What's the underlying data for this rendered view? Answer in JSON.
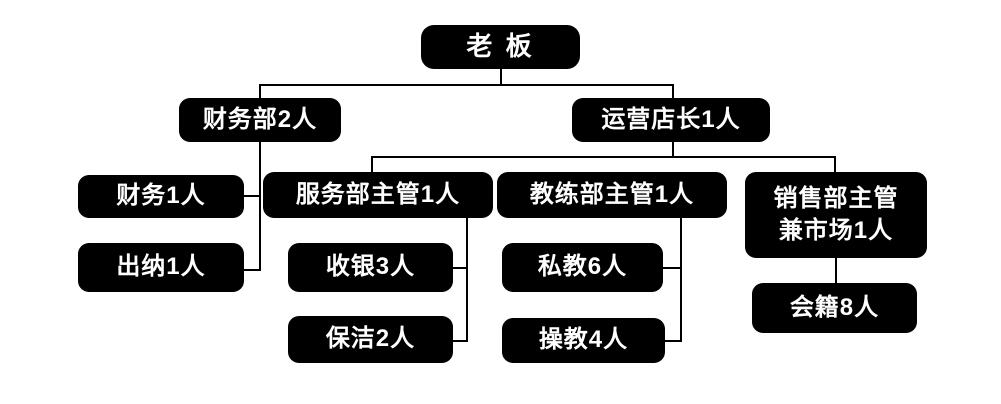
{
  "diagram": {
    "type": "org-chart",
    "colors": {
      "node_background": "#000000",
      "node_text": "#ffffff",
      "connector": "#000000",
      "page_background": "#ffffff"
    },
    "nodes": {
      "boss": {
        "label": "老 板"
      },
      "finance_dept": {
        "label": "财务部2人"
      },
      "ops_manager": {
        "label": "运营店长1人"
      },
      "finance_staff": {
        "label": "财务1人"
      },
      "cashier_staff": {
        "label": "出纳1人"
      },
      "service_supervisor": {
        "label": "服务部主管1人"
      },
      "coach_supervisor": {
        "label": "教练部主管1人"
      },
      "sales_supervisor": {
        "label": "销售部主管\n兼市场1人"
      },
      "checkout": {
        "label": "收银3人"
      },
      "cleaning": {
        "label": "保洁2人"
      },
      "personal_trainers": {
        "label": "私教6人"
      },
      "group_trainers": {
        "label": "操教4人"
      },
      "membership": {
        "label": "会籍8人"
      }
    },
    "edges": [
      [
        "boss",
        "finance_dept"
      ],
      [
        "boss",
        "ops_manager"
      ],
      [
        "finance_dept",
        "finance_staff"
      ],
      [
        "finance_dept",
        "cashier_staff"
      ],
      [
        "ops_manager",
        "service_supervisor"
      ],
      [
        "ops_manager",
        "coach_supervisor"
      ],
      [
        "ops_manager",
        "sales_supervisor"
      ],
      [
        "service_supervisor",
        "checkout"
      ],
      [
        "service_supervisor",
        "cleaning"
      ],
      [
        "coach_supervisor",
        "personal_trainers"
      ],
      [
        "coach_supervisor",
        "group_trainers"
      ],
      [
        "sales_supervisor",
        "membership"
      ]
    ]
  }
}
